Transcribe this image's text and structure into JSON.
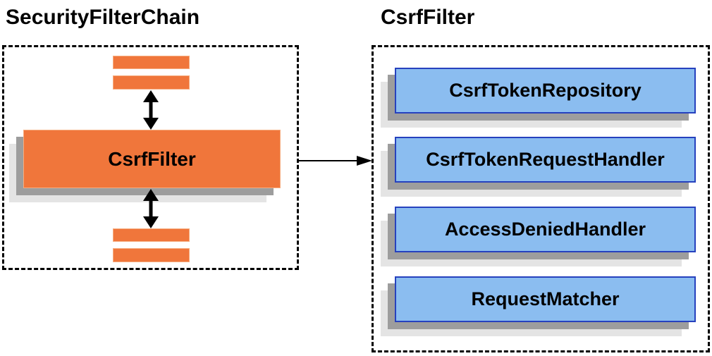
{
  "diagram": {
    "left": {
      "title": "SecurityFilterChain",
      "main_box_label": "CsrfFilter"
    },
    "right": {
      "title": "CsrfFilter",
      "components": [
        "CsrfTokenRepository",
        "CsrfTokenRequestHandler",
        "AccessDeniedHandler",
        "RequestMatcher"
      ]
    },
    "colors": {
      "orange_fill": "#f0763b",
      "orange_border": "#f6ad80",
      "blue_fill": "#8bbdf0",
      "blue_border": "#2641be",
      "shadow_dark": "#9d9d9d",
      "shadow_light": "#e4e4e4",
      "line_color": "#000000"
    }
  }
}
